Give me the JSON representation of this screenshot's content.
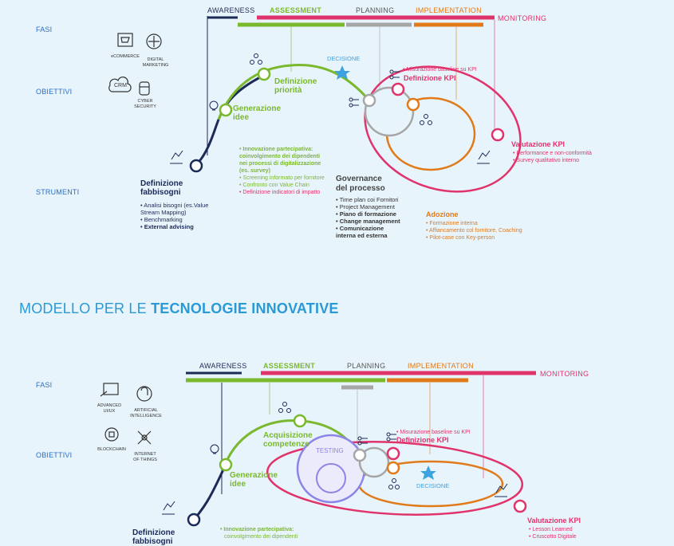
{
  "colors": {
    "awareness": "#1b2a57",
    "assessment": "#7ab82e",
    "planning": "#a6a6a6",
    "implementation": "#e07a1a",
    "monitoring": "#e0336b",
    "decision": "#3ca3e0",
    "testing": "#8c84e6"
  },
  "top": {
    "side": {
      "fasi": "FASI",
      "obiettivi": "OBIETTIVI",
      "strumenti": "STRUMENTI"
    },
    "phases": {
      "awareness": "AWARENESS",
      "assessment": "ASSESSMENT",
      "planning": "PLANNING",
      "implementation": "IMPLEMENTATION",
      "monitoring": "MONITORING"
    },
    "icons": {
      "ecommerce": "eCOMMERCE",
      "digital_marketing": "DIGITAL\nMARKETING",
      "crm": "CRM",
      "cyber_security": "CYBER\nSECURITY"
    },
    "decisione": "DECISIONE",
    "definizione_priorita": "Definizione\npriorità",
    "generazione_idee": "Generazione\nidee",
    "definizione_fabbisogni": "Definizione\nfabbisogni",
    "fabbisogni_items": [
      "Analisi bisogni (es.Value Stream Mapping)",
      "Benchmarking",
      "External advising"
    ],
    "idee_items": [
      "Innovazione partecipativa: coinvolgimento dei dipendenti nei processi di digitalizzazione (es. survey)",
      "Screening informato per fornitore",
      "Confronto con Value Chain",
      "Definizione indicatori di impatto"
    ],
    "governance_title": "Governance\ndel processo",
    "governance_items": [
      "Time plan coi Fornitori",
      "Project Management",
      "Piano di formazione",
      "Change management",
      "Comunicazione interna ed esterna"
    ],
    "kpi_note": "• Misurazione baseline su KPI",
    "definizione_kpi": "Definizione KPI",
    "valutazione_kpi": "Valutazione KPI",
    "valutazione_items": [
      "Performance e non-conformità",
      "Survey qualitativo interno"
    ],
    "adozione": "Adozione",
    "adozione_items": [
      "Formazione interna",
      "Affiancamento col fornitore, Coaching",
      "Pilot-case con Key-person"
    ]
  },
  "section_title": {
    "prefix": "MODELLO PER LE ",
    "bold": "TECNOLOGIE INNOVATIVE"
  },
  "bottom": {
    "side": {
      "fasi": "FASI",
      "obiettivi": "OBIETTIVI"
    },
    "phases": {
      "awareness": "AWARENESS",
      "assessment": "ASSESSMENT",
      "planning": "PLANNING",
      "implementation": "IMPLEMENTATION",
      "monitoring": "MONITORING"
    },
    "icons": {
      "advanced": "ADVANCED\nUI/UX",
      "ai": "ARTIFICIAL\nINTELLIGENCE",
      "blockchain": "BLOCKCHAIN",
      "iot": "INTERNET\nOF THINGS"
    },
    "acquisizione": "Acquisizione\ncompetenze",
    "generazione_idee": "Generazione\nidee",
    "testing": "TESTING",
    "decisione": "DECISIONE",
    "kpi_note": "• Misurazione baseline su KPI",
    "definizione_kpi": "Definizione KPI",
    "valutazione_kpi": "Valutazione KPI",
    "valutazione_items": [
      "Lesson Learned",
      "Cruscotto Digitale"
    ],
    "definizione_fabbisogni": "Definizione\nfabbisogni",
    "idee_items": [
      "Innovazione partecipativa:",
      "coinvolgimento dei dipendenti"
    ]
  }
}
